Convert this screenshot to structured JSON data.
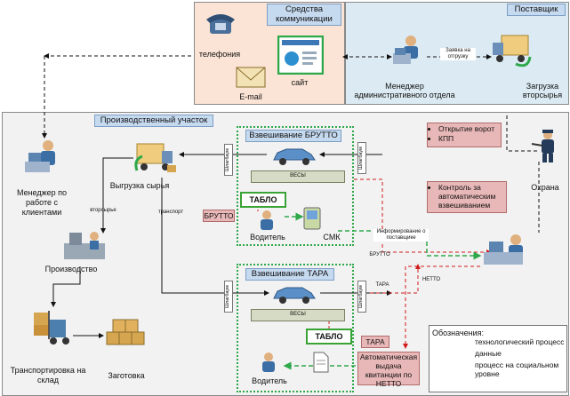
{
  "blocks": {
    "comms_title": "Средства коммуникации",
    "supplier_title": "Поставщик",
    "production_title": "Производственный участок",
    "brutto_title": "Взвешивание БРУТТО",
    "tara_title": "Взвешивание ТАРА"
  },
  "labels": {
    "phone": "телефония",
    "email": "E-mail",
    "site": "сайт",
    "admin_manager": "Менеджер административного отдела",
    "order_request": "Заявка на отгрузку",
    "loading": "Загрузка вторсырья",
    "client_manager": "Менеджер по работе с клиентами",
    "unloading": "Выгрузка сырья",
    "production": "Производство",
    "transport_to_stock": "Транспортировка на склад",
    "blank": "Заготовка",
    "recycled": "вторсырье",
    "transport": "транспорт",
    "scales1": "ВЕСЫ",
    "scales2": "ВЕСЫ",
    "tablo1": "ТАБЛО",
    "tablo2": "ТАБЛО",
    "brutto_tag": "БРУТТО",
    "tara_tag": "ТАРА",
    "driver1": "Водитель",
    "driver2": "Водитель",
    "smk": "СМК",
    "informing": "Информирование о поставщике",
    "brutto_arrow": "БРУТТО",
    "tara_arrow": "ТАРА",
    "netto_arrow": "НЕТТО",
    "barrier": "Шлагбаум",
    "guard": "Охрана",
    "gate_items": [
      "Открытие ворот",
      "КПП"
    ],
    "control": "Контроль за автоматическим взвешиванием",
    "receipt": "Автоматическая выдача квитанции по НЕТТО"
  },
  "legend": {
    "title": "Обозначения:",
    "items": [
      "технологический процесс",
      "данные",
      "процесс на социальном уровне"
    ]
  },
  "colors": {
    "comms_bg": "#fbe4d5",
    "supplier_bg": "#dcebf3",
    "production_bg": "#f2f2f2",
    "title_bg": "#c5d9ef",
    "pink": "#e8b7b7",
    "green": "#2ea84a",
    "red": "#d01c1c"
  }
}
